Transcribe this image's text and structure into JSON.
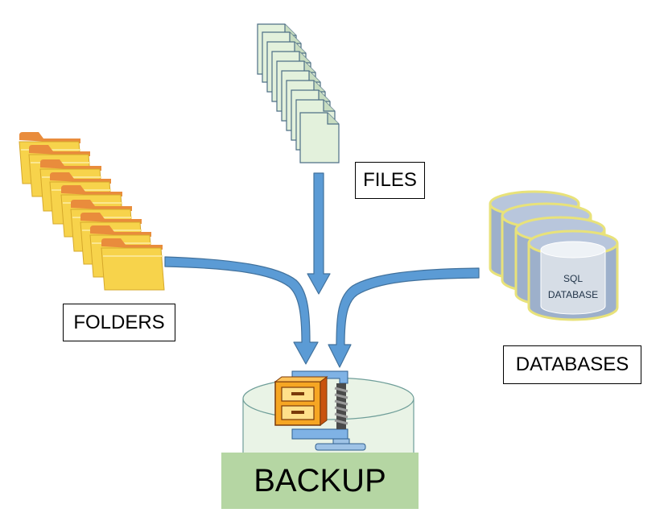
{
  "labels": {
    "files": "FILES",
    "folders": "FOLDERS",
    "databases": "DATABASES",
    "backup": "BACKUP",
    "sql_line1": "SQL",
    "sql_line2": "DATABASE"
  },
  "icons": {
    "files": "document-stack-icon",
    "folders": "folder-stack-icon",
    "databases": "database-cylinder-stack-icon",
    "archive": "winzip-vise-icon",
    "container": "backup-cylinder-icon"
  },
  "colors": {
    "arrow": "#5b9bd5",
    "arrow_outline": "#41719c",
    "folder": "#f7d34b",
    "file": "#e3f1dc",
    "database": "#97a8c2",
    "backup_band": "#b5d6a3",
    "cylinder_fill": "#e9f3e6"
  }
}
